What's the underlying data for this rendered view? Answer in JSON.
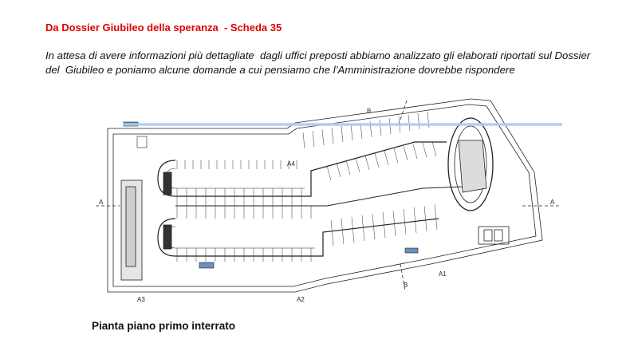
{
  "slide": {
    "title": "Da Dossier Giubileo della speranza  - Scheda 35",
    "body_lines": [
      "In attesa di avere informazioni più dettagliate  dagli uffici preposti abbiamo analizzato gli elaborati riportati sul Dossier",
      "del  Giubileo e poniamo alcune domande a cui pensiamo che l’Amministrazione dovrebbe rispondere"
    ],
    "caption": "Pianta piano primo interrato",
    "colors": {
      "title": "#e00000",
      "highlight_line": "#a9cdf0",
      "drawing": "#222222"
    }
  },
  "plan": {
    "section_labels": {
      "a_left": "A",
      "a_right": "A",
      "b_top": "B",
      "b_bottom": "B",
      "a1": "A1",
      "a2": "A2",
      "a3": "A3",
      "a4": "A4"
    }
  }
}
